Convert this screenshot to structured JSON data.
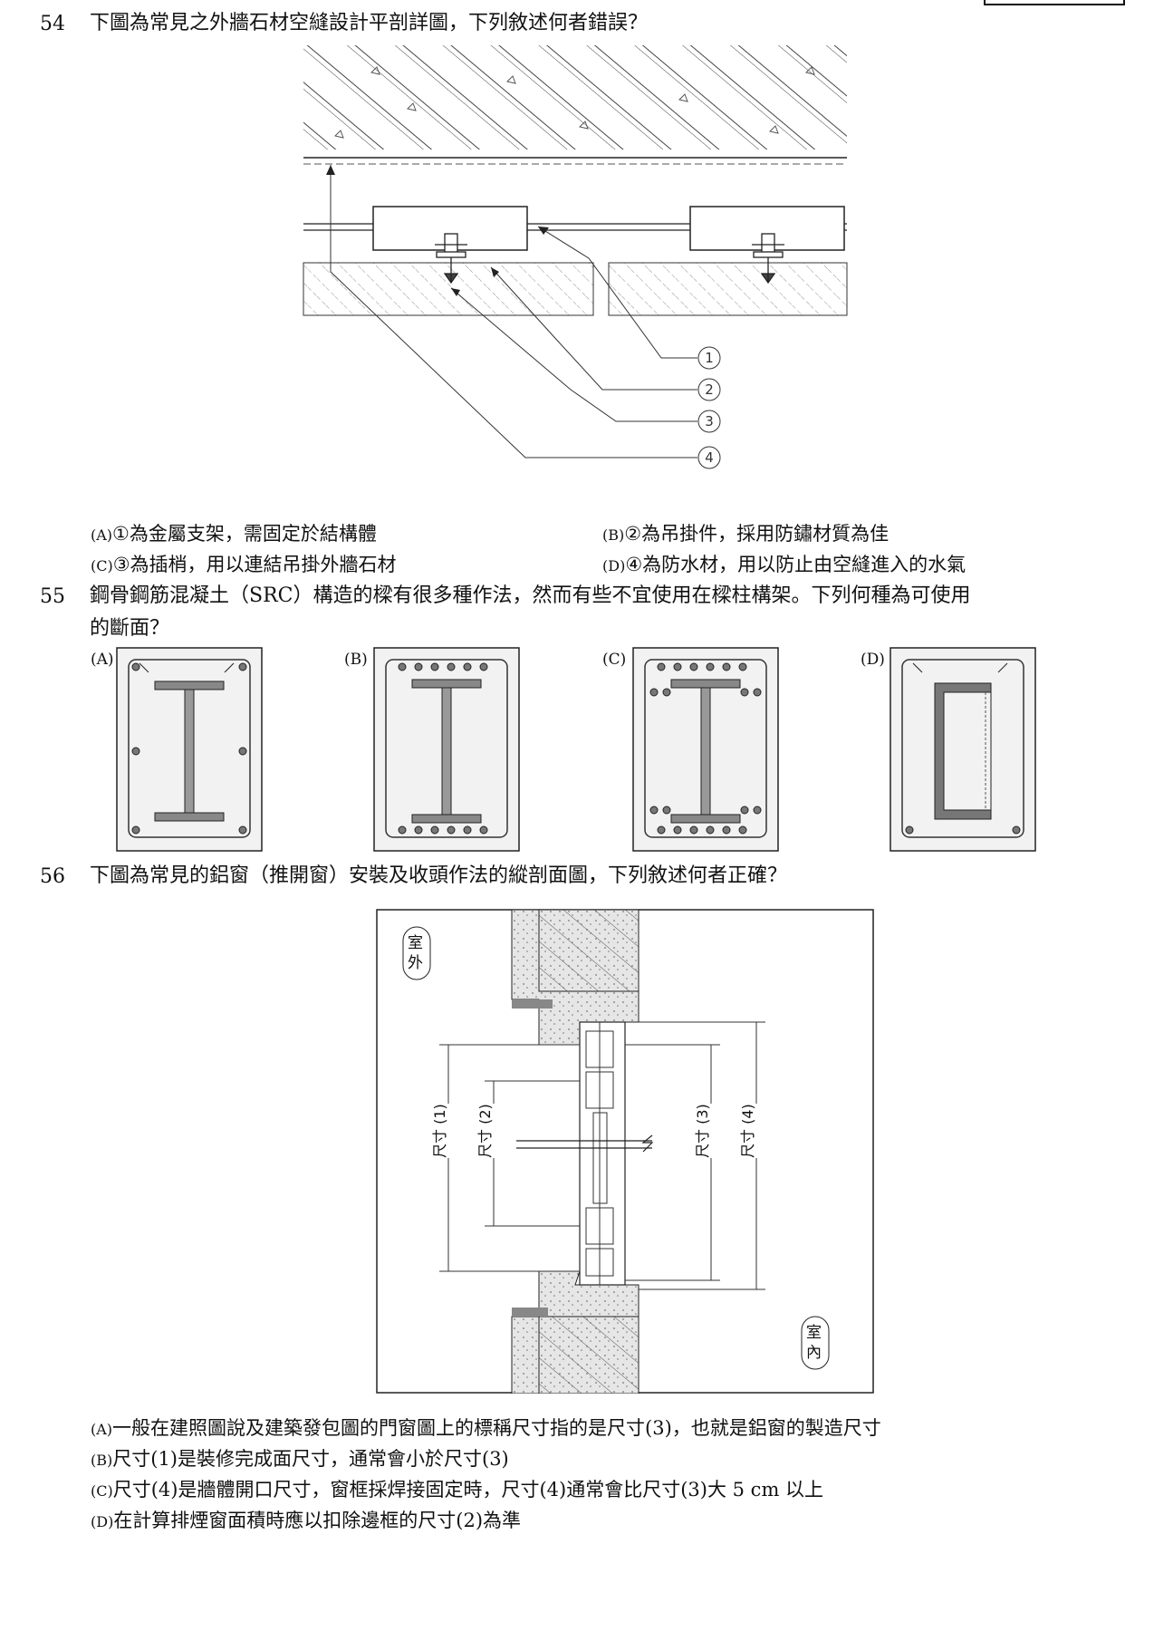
{
  "q54": {
    "number": "54",
    "question": "下圖為常見之外牆石材空縫設計平剖詳圖，下列敘述何者錯誤？",
    "callouts": [
      "1",
      "2",
      "3",
      "4"
    ],
    "options": {
      "A": {
        "mark": "(A)",
        "text": "①為金屬支架，需固定於結構體"
      },
      "B": {
        "mark": "(B)",
        "text": "②為吊掛件，採用防鏽材質為佳"
      },
      "C": {
        "mark": "(C)",
        "text": "③為插梢，用以連結吊掛外牆石材"
      },
      "D": {
        "mark": "(D)",
        "text": "④為防水材，用以防止由空縫進入的水氣"
      }
    }
  },
  "q55": {
    "number": "55",
    "question_line1": "鋼骨鋼筋混凝土（SRC）構造的樑有很多種作法，然而有些不宜使用在樑柱構架。下列何種為可使用",
    "question_line2": "的斷面？",
    "section_labels": [
      "(A)",
      "(B)",
      "(C)",
      "(D)"
    ]
  },
  "q56": {
    "number": "56",
    "question": "下圖為常見的鋁窗（推開窗）安裝及收頭作法的縱剖面圖，下列敘述何者正確？",
    "label_outside": "室外",
    "label_inside": "室內",
    "dims": [
      "尺寸 (1)",
      "尺寸 (2)",
      "尺寸 (3)",
      "尺寸 (4)"
    ],
    "options": {
      "A": {
        "mark": "(A)",
        "text": "一般在建照圖說及建築發包圖的門窗圖上的標稱尺寸指的是尺寸(3)，也就是鋁窗的製造尺寸"
      },
      "B": {
        "mark": "(B)",
        "text": "尺寸(1)是裝修完成面尺寸，通常會小於尺寸(3)"
      },
      "C": {
        "mark": "(C)",
        "text": "尺寸(4)是牆體開口尺寸，窗框採焊接固定時，尺寸(4)通常會比尺寸(3)大 5 cm 以上"
      },
      "D": {
        "mark": "(D)",
        "text": "在計算排煙窗面積時應以扣除邊框的尺寸(2)為準"
      }
    }
  }
}
